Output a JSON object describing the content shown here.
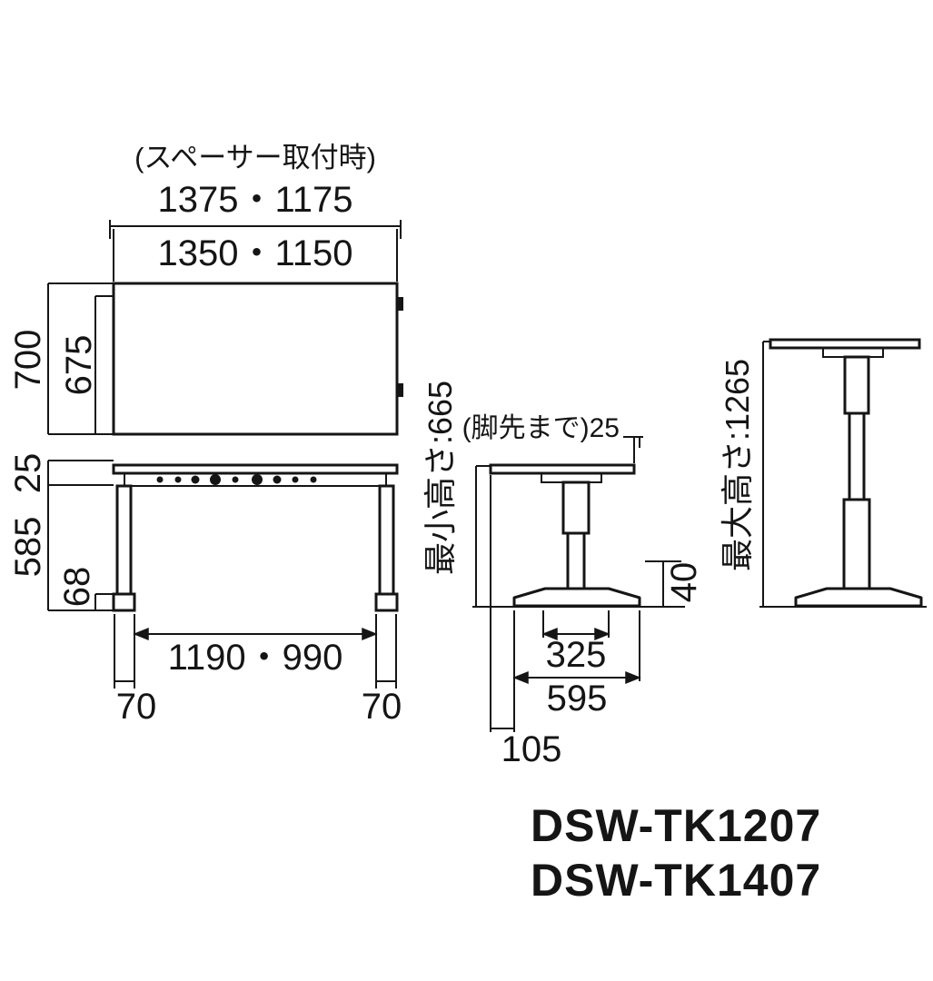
{
  "top_view": {
    "spacer_note": "(スペーサー取付時)",
    "width_with_spacer": "1375・1175",
    "width": "1350・1150",
    "depth": "700",
    "depth_inner": "675"
  },
  "front_view": {
    "top_thickness": "25",
    "leg_height": "585",
    "foot_height": "68",
    "leg_span": "1190・990",
    "foot_width_left": "70",
    "foot_width_right": "70"
  },
  "side_min": {
    "min_height": "最小高さ:665",
    "leg_tip_note": "(脚先まで)25",
    "base_height": "40",
    "column_base": "325",
    "base_depth": "595",
    "overhang": "105"
  },
  "side_max": {
    "max_height": "最大高さ:1265"
  },
  "models": {
    "model_1": "DSW-TK1207",
    "model_2": "DSW-TK1407"
  }
}
